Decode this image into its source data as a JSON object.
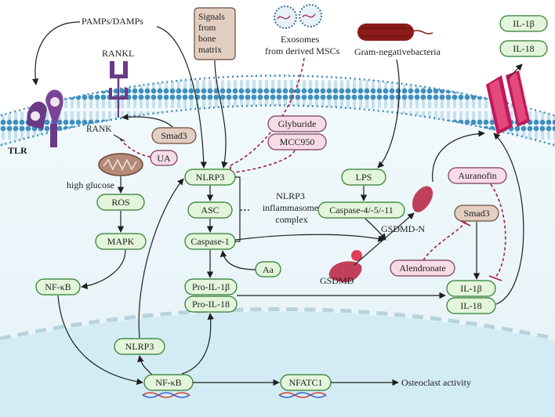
{
  "labels": {
    "pamps": "PAMPs/DAMPs",
    "rankl": "RANKL",
    "rank": "RANK",
    "tlr": "TLR",
    "signals": "Signals\nfrom\nbone\nmatrix",
    "exosomes_1": "Exosomes",
    "exosomes_2": "from derived MSCs",
    "gram": "Gram-negativebacteria",
    "high_glucose": "high glucose",
    "inflammasome": "NLRP3\ninflammasome\ncomplex",
    "gsdmd_n": "GSDMD-N",
    "gsdmd": "GSDMD",
    "osteoclast": "Osteoclast activity"
  },
  "nodes": {
    "il1b_top": "IL-1β",
    "il18_top": "IL-18",
    "smad3_top": "Smad3",
    "ua": "UA",
    "glyburide": "Glyburide",
    "mcc950": "MCC950",
    "nlrp3_main": "NLRP3",
    "asc": "ASC",
    "caspase1": "Caspase-1",
    "aa": "Aa",
    "lps": "LPS",
    "caspase4511": "Caspase-4/-5/-11",
    "auranofin": "Auranofin",
    "smad3_right": "Smad3",
    "alendronate": "Alendronate",
    "ros": "ROS",
    "mapk": "MAPK",
    "nfkb_cyto": "NF-κB",
    "pro_il1b": "Pro-IL-1β",
    "pro_il18": "Pro-IL-18",
    "il1b_right": "IL-1β",
    "il18_right": "IL-18",
    "nlrp3_nuc": "NLRP3",
    "nfkb_nuc": "NF-κB",
    "nfatc1": "NFATC1"
  },
  "colors": {
    "activator_fill": "#e3f5da",
    "inhibitor_fill": "#f7dbe7",
    "modulator_fill": "#e3cfc2",
    "membrane": "#3f8fbf",
    "inhibition_dashed": "#a3223a"
  },
  "icons": [
    "tlr-receptor-icon",
    "rankl-rank-receptor-icon",
    "exosome-icon",
    "bacterium-icon",
    "mitochondrion-icon",
    "gasdermin-pore-icon",
    "dna-icon"
  ]
}
